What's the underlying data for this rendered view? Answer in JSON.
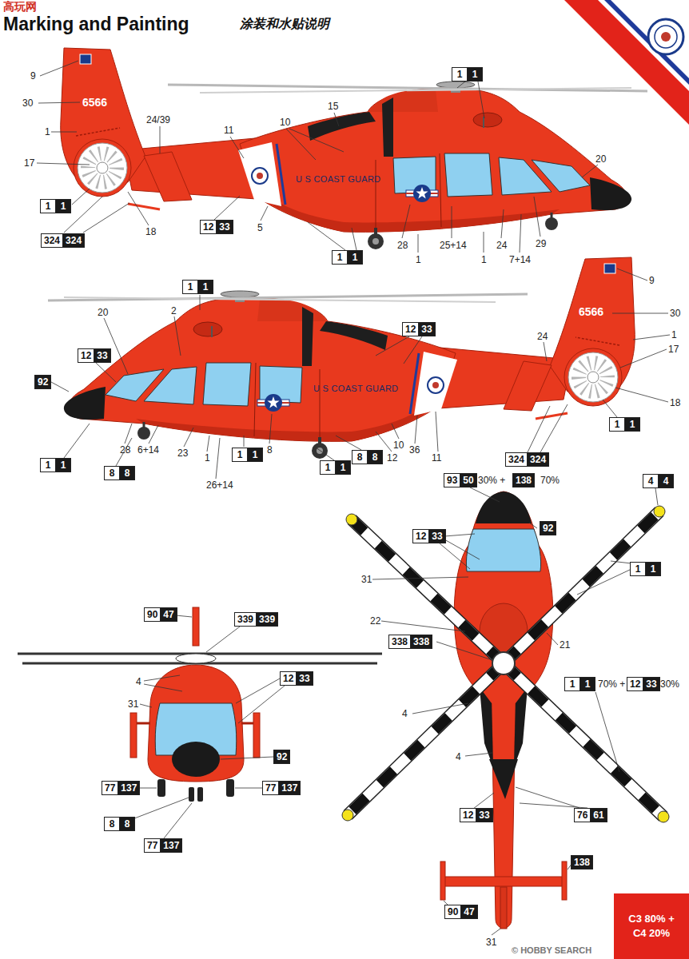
{
  "diagram": {
    "title": "Marking and Painting",
    "nodes": [
      {
        "text": [
          "1",
          "1"
        ]
      },
      {
        "text": [
          "1",
          "1"
        ]
      },
      {
        "text": [
          "12",
          "33"
        ]
      },
      {
        "text": [
          "324",
          "324"
        ]
      },
      {
        "text": [
          "1",
          "1"
        ]
      },
      {
        "text": [
          "1",
          "1"
        ]
      },
      {
        "text": [
          "12",
          "33"
        ]
      },
      {
        "text": [
          "12",
          "33"
        ]
      },
      {
        "text": [
          "92"
        ]
      },
      {
        "text": [
          "1",
          "1"
        ]
      },
      {
        "text": [
          "1",
          "1"
        ]
      },
      {
        "text": [
          "8",
          "8"
        ]
      },
      {
        "text": [
          "324",
          "324"
        ]
      },
      {
        "text": [
          "1",
          "1"
        ]
      },
      {
        "text": [
          "1",
          "1"
        ]
      },
      {
        "text": [
          "8",
          "8"
        ]
      },
      {
        "text": [
          "93",
          "50"
        ]
      },
      {
        "text": [
          "138"
        ]
      },
      {
        "text": [
          "4",
          "4"
        ]
      },
      {
        "text": [
          "12",
          "33"
        ]
      },
      {
        "text": [
          "92"
        ]
      },
      {
        "text": [
          "1",
          "1"
        ]
      },
      {
        "text": [
          "90",
          "47"
        ]
      },
      {
        "text": [
          "339",
          "339"
        ]
      },
      {
        "text": [
          "338",
          "338"
        ]
      },
      {
        "text": [
          "12",
          "33"
        ]
      },
      {
        "text": [
          "1",
          "1"
        ]
      },
      {
        "text": [
          "12",
          "33"
        ]
      },
      {
        "text": [
          "92"
        ]
      },
      {
        "text": [
          "77",
          "137"
        ]
      },
      {
        "text": [
          "77",
          "137"
        ]
      },
      {
        "text": [
          "12",
          "33"
        ]
      },
      {
        "text": [
          "76",
          "61"
        ]
      },
      {
        "text": [
          "8",
          "8"
        ]
      },
      {
        "text": [
          "77",
          "137"
        ]
      },
      {
        "text": [
          "138"
        ]
      },
      {
        "text": [
          "90",
          "47"
        ]
      },
      {
        "text": [
          "C3 80% + C4 20%"
        ]
      }
    ],
    "labels": [
      "高玩网",
      "涂装和水贴说明",
      "9",
      "30",
      "6566",
      "1",
      "24/39",
      "17",
      "11",
      "10",
      "15",
      "20",
      "U S COAST GUARD",
      "5",
      "18",
      "28",
      "1",
      "25+14",
      "24",
      "1",
      "7+14",
      "29",
      "9",
      "6566",
      "30",
      "1",
      "24",
      "17",
      "20",
      "2",
      "U S COAST GUARD",
      "18",
      "28",
      "6+14",
      "23",
      "1",
      "26+14",
      "8",
      "12",
      "10",
      "36",
      "11",
      "30% +",
      "70%",
      "31",
      "22",
      "21",
      "70% +",
      "30%",
      "4",
      "4",
      "31",
      "4",
      "31",
      "© HOBBY SEARCH"
    ]
  }
}
